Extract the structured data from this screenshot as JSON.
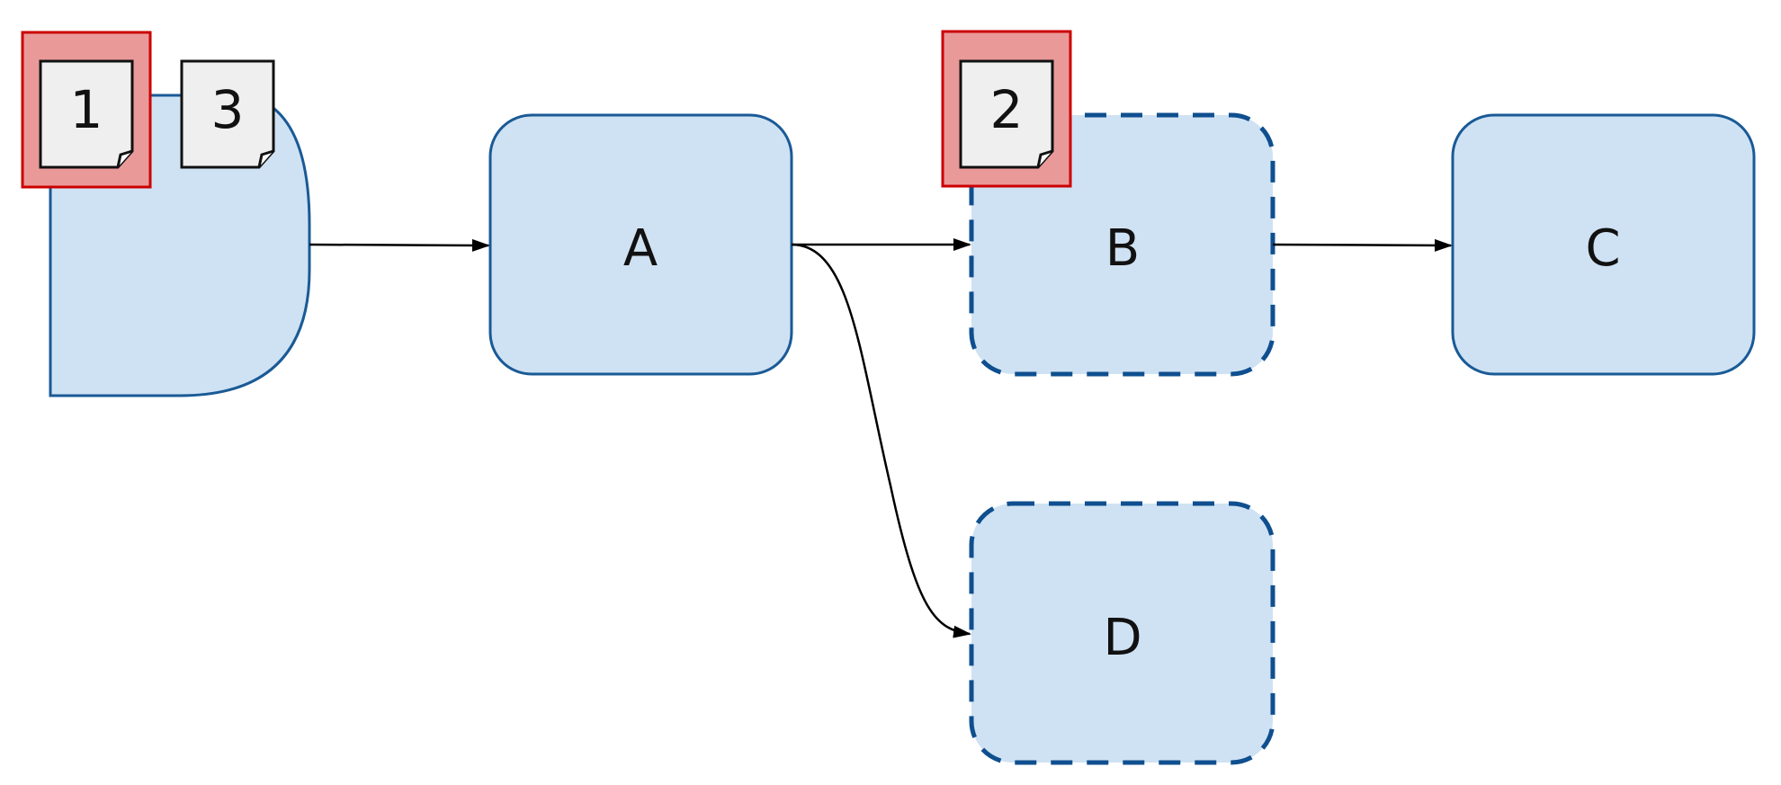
{
  "diagram": {
    "nodes": {
      "start": {
        "label": ""
      },
      "a": {
        "label": "A"
      },
      "b": {
        "label": "B"
      },
      "c": {
        "label": "C"
      },
      "d": {
        "label": "D"
      }
    },
    "notes": {
      "note1": {
        "label": "1"
      },
      "note2": {
        "label": "2"
      },
      "note3": {
        "label": "3"
      }
    },
    "colors": {
      "node_fill": "#cfe2f3",
      "node_stroke": "#1a5a96",
      "dashed_stroke": "#0f4f8f",
      "highlight_fill": "#ea9999",
      "highlight_stroke": "#cc0000",
      "note_fill": "#efefef",
      "edge": "#000000"
    }
  }
}
